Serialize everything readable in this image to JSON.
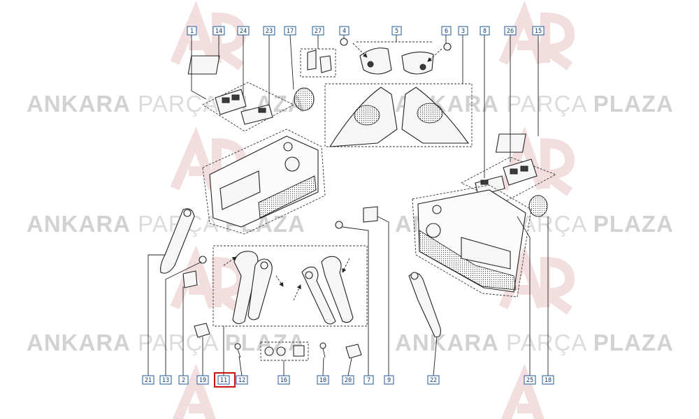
{
  "watermark": {
    "word_bold_1": "ANKARA",
    "word_light": "PARÇA",
    "word_bold_2": "PLAZA",
    "logo_color": "#e8c8c8",
    "text_color": "#d2d2d2"
  },
  "colors": {
    "callout_border": "#1e5a9a",
    "highlight": "#cc1111"
  },
  "callouts": {
    "c1": "1",
    "c14": "14",
    "c24": "24",
    "c23": "23",
    "c17": "17",
    "c27": "27",
    "c4": "4",
    "c5": "5",
    "c6": "6",
    "c3": "3",
    "c8": "8",
    "c26": "26",
    "c15": "15",
    "c21": "21",
    "c13": "13",
    "c2": "2",
    "c19": "19",
    "c11": "11",
    "c12": "12",
    "c16": "16",
    "c10": "10",
    "c20": "20",
    "c7": "7",
    "c9": "9",
    "c22": "22",
    "c25": "25",
    "c18": "18"
  },
  "highlighted_callout": "11"
}
